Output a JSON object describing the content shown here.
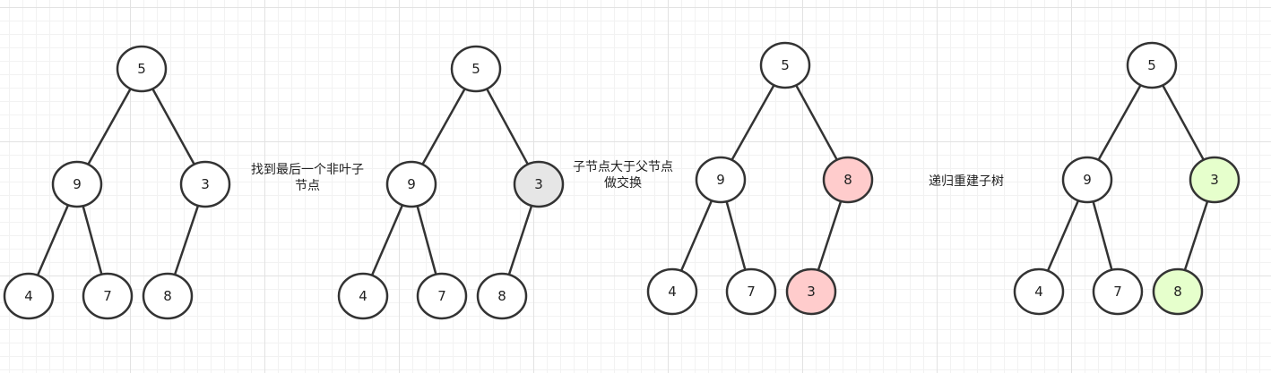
{
  "captions": {
    "step1_line1": "找到最后一个非叶子",
    "step1_line2": "节点",
    "step2_line1": "子节点大于父节点",
    "step2_line2": "做交换",
    "step3": "递归重建子树"
  },
  "colors": {
    "default_fill": "#ffffff",
    "highlight_gray": "#e6e6e6",
    "swap_red": "#ffcccc",
    "rebuild_green": "#e6ffcc",
    "stroke": "#333333"
  },
  "trees": [
    {
      "id": "tree-1",
      "nodes": [
        {
          "id": "root",
          "label": "5",
          "fill": "default_fill"
        },
        {
          "id": "left",
          "label": "9",
          "fill": "default_fill"
        },
        {
          "id": "right",
          "label": "3",
          "fill": "default_fill"
        },
        {
          "id": "left-left",
          "label": "4",
          "fill": "default_fill"
        },
        {
          "id": "left-right",
          "label": "7",
          "fill": "default_fill"
        },
        {
          "id": "right-left",
          "label": "8",
          "fill": "default_fill"
        }
      ]
    },
    {
      "id": "tree-2",
      "nodes": [
        {
          "id": "root",
          "label": "5",
          "fill": "default_fill"
        },
        {
          "id": "left",
          "label": "9",
          "fill": "default_fill"
        },
        {
          "id": "right",
          "label": "3",
          "fill": "highlight_gray"
        },
        {
          "id": "left-left",
          "label": "4",
          "fill": "default_fill"
        },
        {
          "id": "left-right",
          "label": "7",
          "fill": "default_fill"
        },
        {
          "id": "right-left",
          "label": "8",
          "fill": "default_fill"
        }
      ]
    },
    {
      "id": "tree-3",
      "nodes": [
        {
          "id": "root",
          "label": "5",
          "fill": "default_fill"
        },
        {
          "id": "left",
          "label": "9",
          "fill": "default_fill"
        },
        {
          "id": "right",
          "label": "8",
          "fill": "swap_red"
        },
        {
          "id": "left-left",
          "label": "4",
          "fill": "default_fill"
        },
        {
          "id": "left-right",
          "label": "7",
          "fill": "default_fill"
        },
        {
          "id": "right-left",
          "label": "3",
          "fill": "swap_red"
        }
      ]
    },
    {
      "id": "tree-4",
      "nodes": [
        {
          "id": "root",
          "label": "5",
          "fill": "default_fill"
        },
        {
          "id": "left",
          "label": "9",
          "fill": "default_fill"
        },
        {
          "id": "right",
          "label": "3",
          "fill": "rebuild_green"
        },
        {
          "id": "left-left",
          "label": "4",
          "fill": "default_fill"
        },
        {
          "id": "left-right",
          "label": "7",
          "fill": "default_fill"
        },
        {
          "id": "right-left",
          "label": "8",
          "fill": "rebuild_green"
        }
      ]
    }
  ],
  "edges": [
    [
      "root",
      "left"
    ],
    [
      "root",
      "right"
    ],
    [
      "left",
      "left-left"
    ],
    [
      "left",
      "left-right"
    ],
    [
      "right",
      "right-left"
    ]
  ]
}
